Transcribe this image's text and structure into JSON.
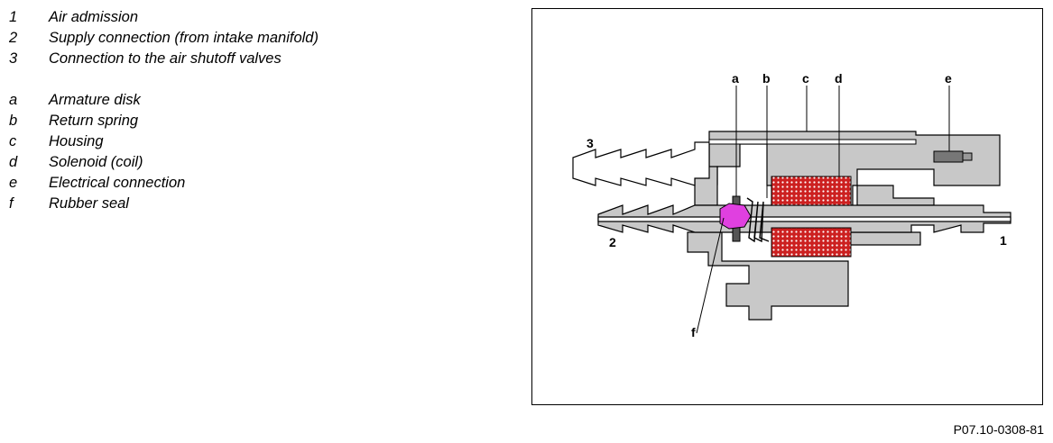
{
  "legend": {
    "numbers": [
      {
        "key": "1",
        "text": "Air admission"
      },
      {
        "key": "2",
        "text": "Supply connection (from intake manifold)"
      },
      {
        "key": "3",
        "text": "Connection to the air shutoff valves"
      }
    ],
    "letters": [
      {
        "key": "a",
        "text": "Armature disk"
      },
      {
        "key": "b",
        "text": "Return spring"
      },
      {
        "key": "c",
        "text": "Housing"
      },
      {
        "key": "d",
        "text": "Solenoid (coil)"
      },
      {
        "key": "e",
        "text": "Electrical connection"
      },
      {
        "key": "f",
        "text": "Rubber seal"
      }
    ]
  },
  "diagram": {
    "labels": {
      "a": "a",
      "b": "b",
      "c": "c",
      "d": "d",
      "e": "e",
      "f": "f",
      "n1": "1",
      "n2": "2",
      "n3": "3"
    },
    "colors": {
      "housing": "#c8c8c8",
      "coil": "#cc2020",
      "seal": "#e040e0",
      "outline": "#000000"
    }
  },
  "figure_code": "P07.10-0308-81"
}
